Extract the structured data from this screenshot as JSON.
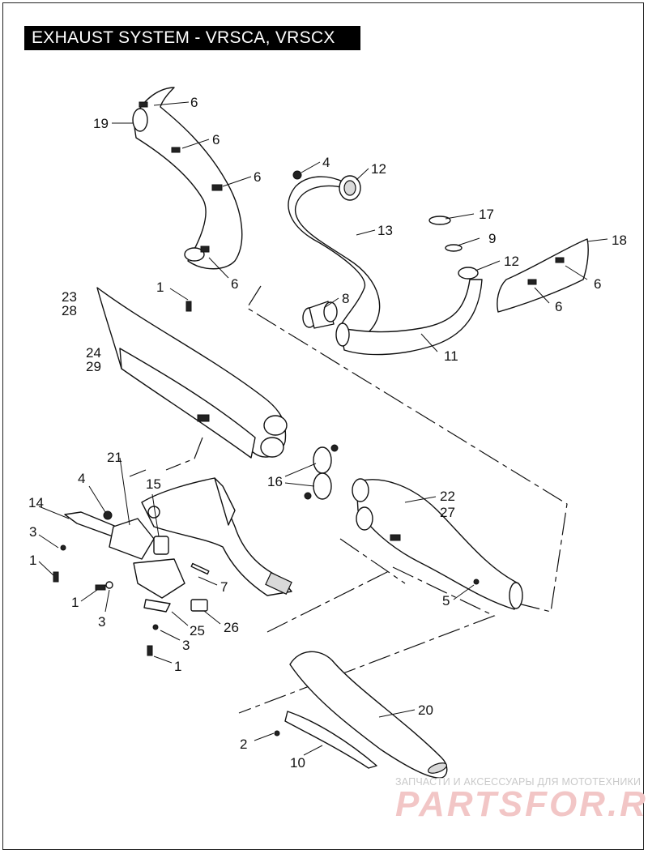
{
  "title": "EXHAUST SYSTEM - VRSCA, VRSCX",
  "callouts": {
    "c6a": "6",
    "c19": "19",
    "c6b": "6",
    "c6c": "6",
    "c6d": "6",
    "c4a": "4",
    "c12a": "12",
    "c13": "13",
    "c17": "17",
    "c18": "18",
    "c9": "9",
    "c12b": "12",
    "c6e": "6",
    "c6f": "6",
    "c1a": "1",
    "c23": "23",
    "c28": "28",
    "c8": "8",
    "c24": "24",
    "c29": "29",
    "c11": "11",
    "c21": "21",
    "c4b": "4",
    "c15": "15",
    "c14": "14",
    "c16": "16",
    "c22": "22",
    "c27": "27",
    "c3a": "3",
    "c1b": "1",
    "c7": "7",
    "c1c": "1",
    "c3b": "3",
    "c5": "5",
    "c25": "25",
    "c26": "26",
    "c3c": "3",
    "c1d": "1",
    "c20": "20",
    "c2": "2",
    "c10": "10"
  },
  "watermark": {
    "text": "ЗАПЧАСТИ И АКСЕССУАРЫ ДЛЯ МОТОТЕХНИКИ",
    "logo": "PARTSFOR.RU"
  }
}
